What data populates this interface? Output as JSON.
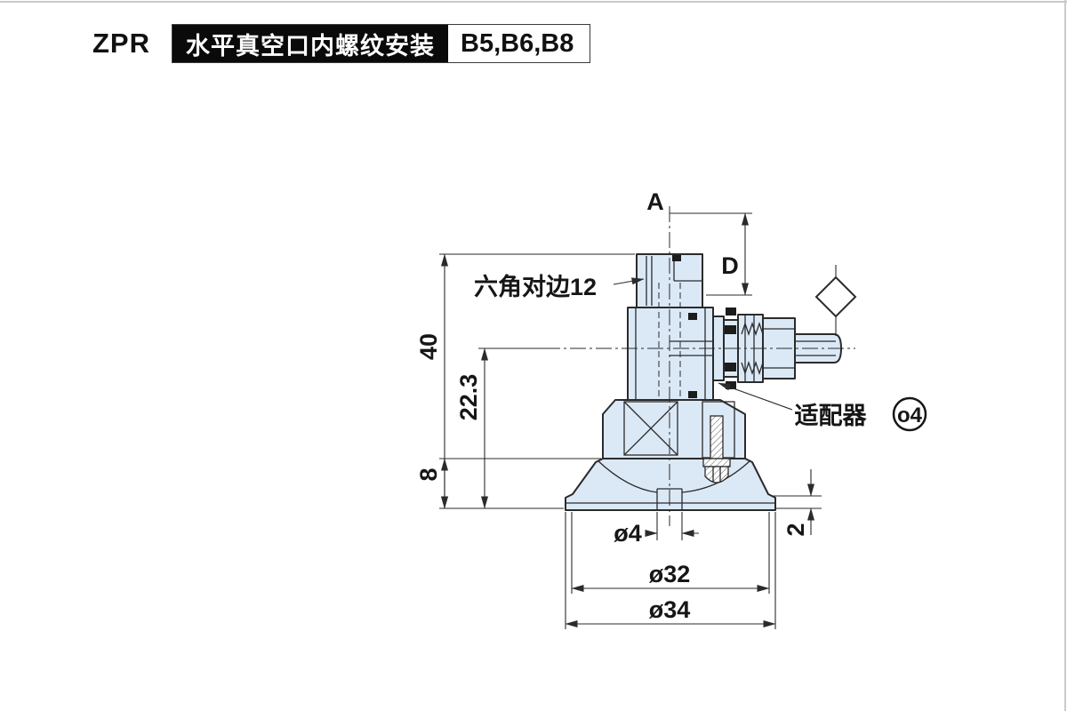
{
  "header": {
    "series": "ZPR",
    "title": "水平真空口内螺纹安装",
    "models": "B5,B6,B8"
  },
  "drawing": {
    "section_label": "A",
    "thread_depth_label": "D",
    "hex_flats_label": "六角对边12",
    "dim_total_height": "40",
    "dim_port_height": "22.3",
    "dim_pad_height": "8",
    "dim_lip_thickness": "2",
    "dia_hole": "ø4",
    "dia_pad_inner": "ø32",
    "dia_pad_outer": "ø34",
    "adapter_label": "适配器",
    "adapter_note": "o4",
    "colors": {
      "body_fill": "#dbe9f7",
      "outline": "#2b2b2b"
    }
  }
}
